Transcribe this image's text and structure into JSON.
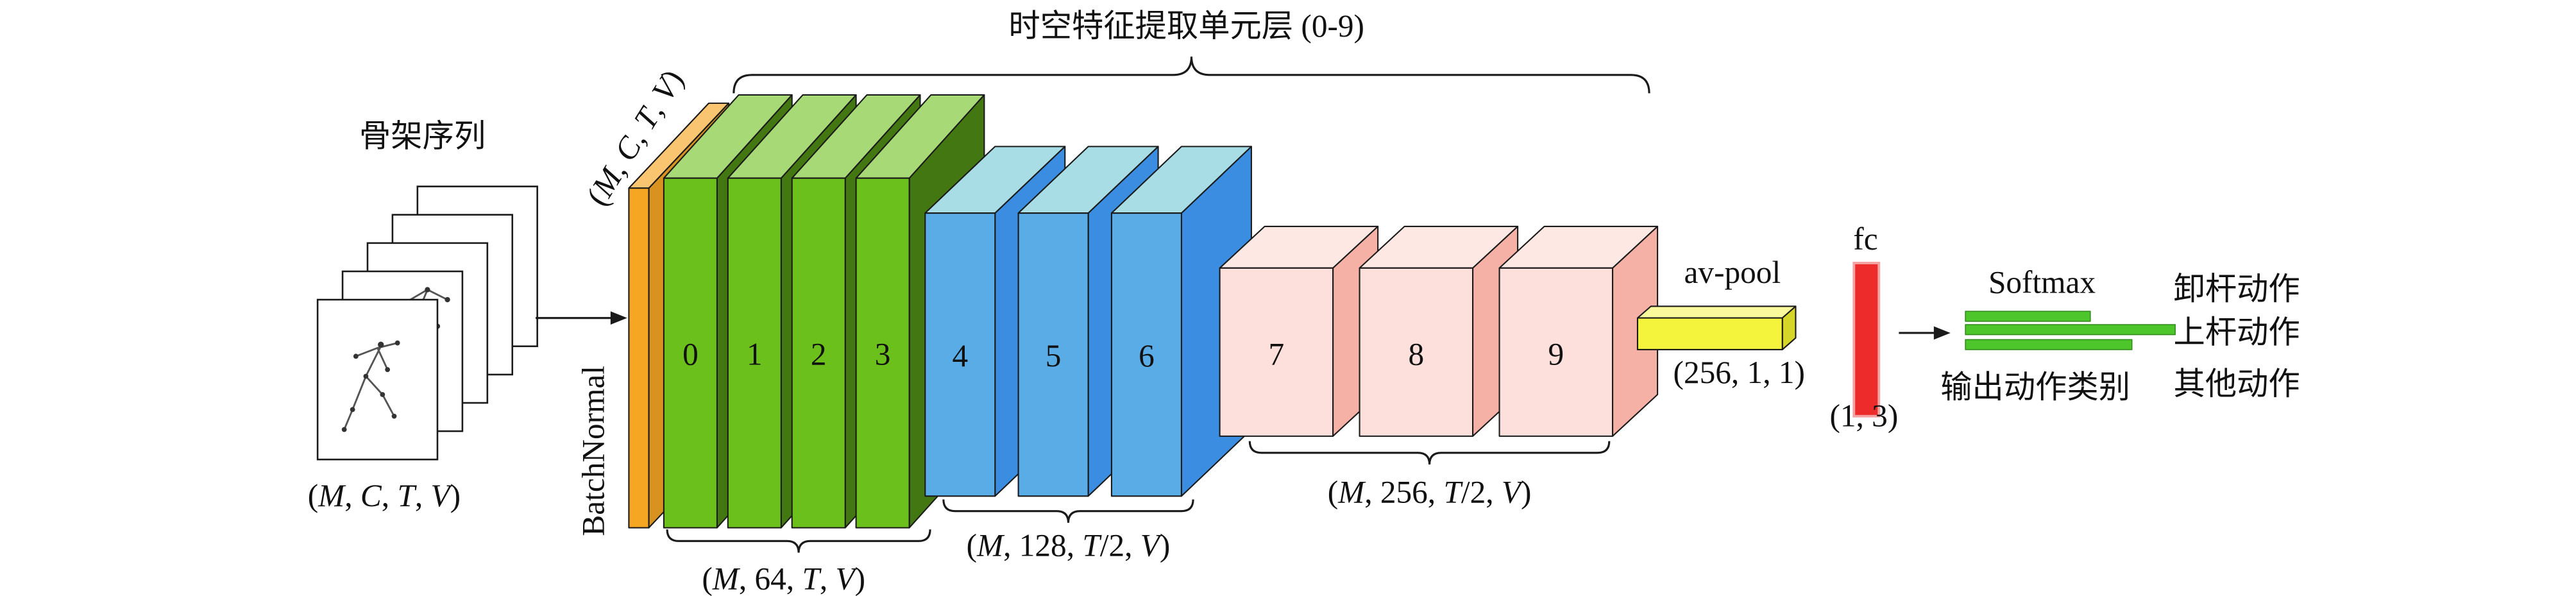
{
  "title": "时空特征提取单元层 (0-9)",
  "sequence": {
    "label": "骨架序列",
    "shape": "(M, C, T, V)"
  },
  "batchnorm": {
    "label": "BatchNormal",
    "shape": "(M, C, T, V)"
  },
  "blocks": [
    "0",
    "1",
    "2",
    "3",
    "4",
    "5",
    "6",
    "7",
    "8",
    "9"
  ],
  "stage_shapes": [
    "(M, 64, T, V)",
    "(M, 128, T/2, V)",
    "(M, 256, T/2, V)"
  ],
  "avpool": {
    "label": "av-pool",
    "shape": "(256, 1, 1)"
  },
  "fc": {
    "label": "fc",
    "shape": "(1, 3)"
  },
  "softmax": {
    "label": "Softmax",
    "caption": "输出动作类别",
    "classes": [
      "卸杆动作",
      "上杆动作",
      "其他动作"
    ]
  },
  "colors": {
    "batchnorm": "#f5a623",
    "stage1": "#6cc01c",
    "stage2": "#5aace6",
    "stage3": "#fde0dc",
    "avpool": "#f4f43c",
    "fc": "#ee2b2b",
    "softmax": "#4cc62a"
  }
}
